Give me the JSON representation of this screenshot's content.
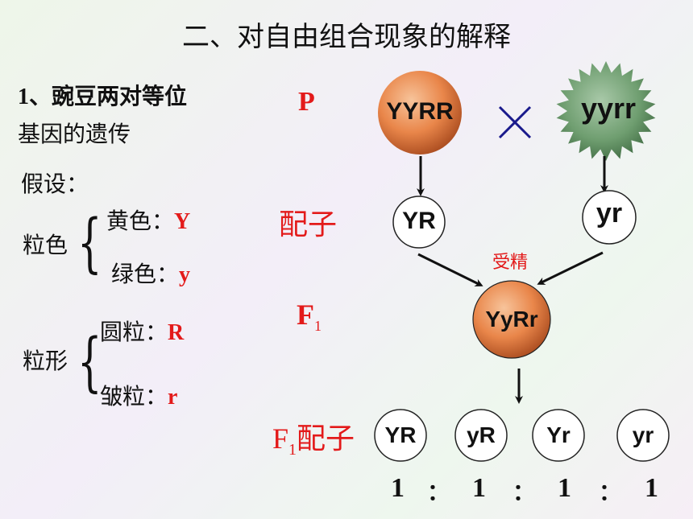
{
  "title": "二、对自由组合现象的解释",
  "left": {
    "heading_line1": "1、豌豆两对等位",
    "heading_line2": "基因的遗传",
    "assumption": "假设：",
    "color_group": {
      "label": "粒色",
      "items": [
        {
          "name": "黄色：",
          "gene": "Y"
        },
        {
          "name": "绿色：",
          "gene": "y"
        }
      ]
    },
    "shape_group": {
      "label": "粒形",
      "items": [
        {
          "name": "圆粒：",
          "gene": "R"
        },
        {
          "name": "皱粒：",
          "gene": "r"
        }
      ]
    }
  },
  "rows": {
    "p": "P",
    "gamete": "配子",
    "f1_main": "F",
    "f1_sub": "1",
    "f1_gamete_main": "F",
    "f1_gamete_sub": "1",
    "f1_gamete_suffix": "配子"
  },
  "parents": {
    "left": "YYRR",
    "right": "yyrr",
    "cross_symbol": "×"
  },
  "parent_gametes": {
    "left": "YR",
    "right": "yr"
  },
  "fertilization": "受精",
  "f1": "YyRr",
  "f1_gametes": [
    "YR",
    "yR",
    "Yr",
    "yr"
  ],
  "ratio": [
    "1",
    "：",
    "1",
    "：",
    "1",
    "：",
    "1"
  ],
  "colors": {
    "accent_red": "#e31a1a",
    "cross_blue": "#1a1a8c",
    "orange_ball": "#e9864a",
    "green_burst": "#6f9e70"
  }
}
